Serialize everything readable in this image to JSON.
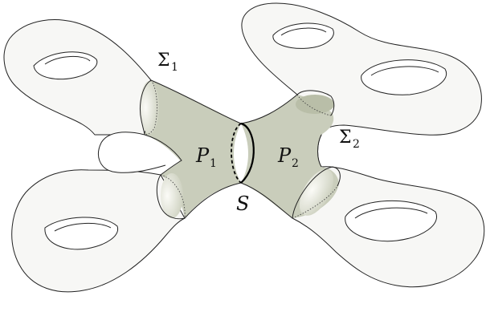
{
  "labels": {
    "sigma1": "Σ",
    "sigma1_sub": "1",
    "sigma2": "Σ",
    "sigma2_sub": "2",
    "p1": "P",
    "p1_sub": "1",
    "p2": "P",
    "p2_sub": "2",
    "s": "S"
  },
  "colors": {
    "surface_fill": "#f7f7f5",
    "pants_fill": "#c9cdbb",
    "outline": "#222222",
    "cuff_fill": "#e4e6dc"
  }
}
